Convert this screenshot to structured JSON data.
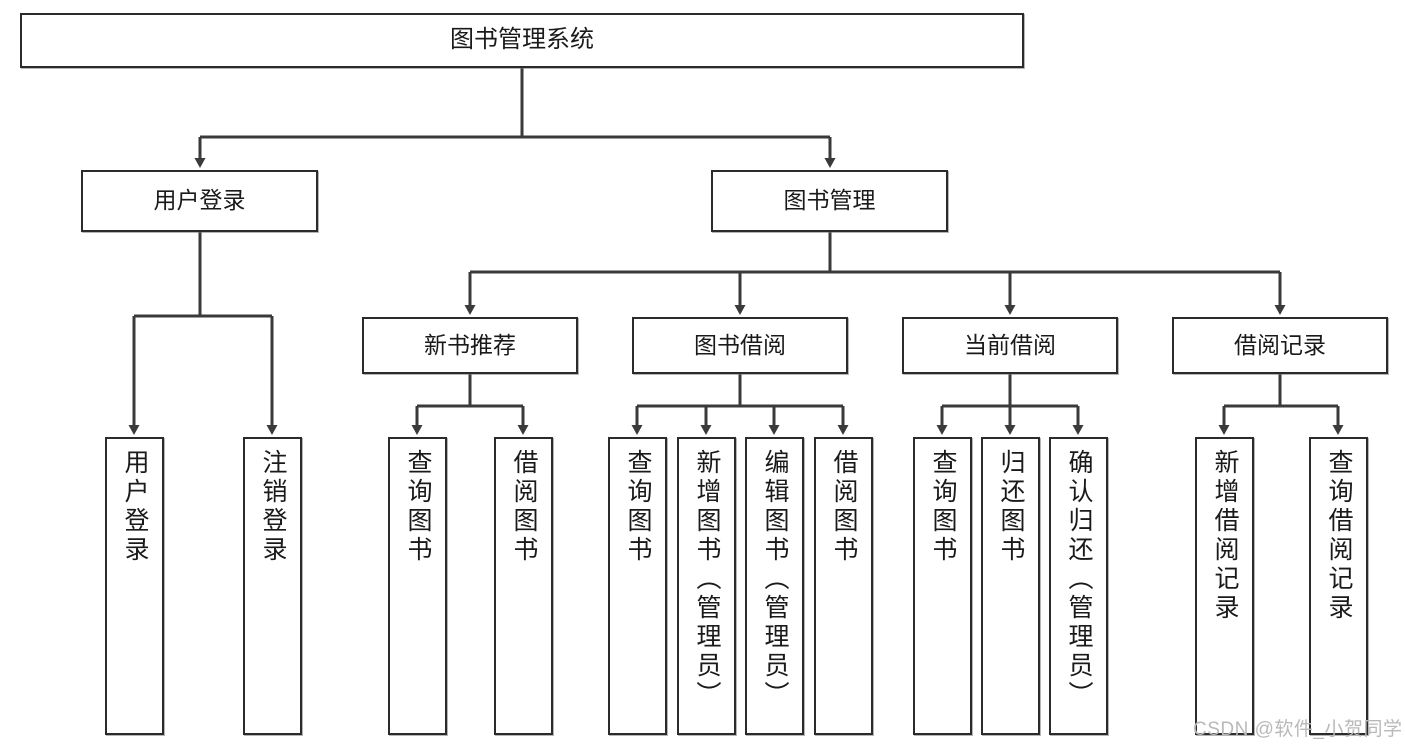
{
  "diagram": {
    "title": "图书管理系统",
    "type": "tree-hierarchy-diagram",
    "orientation": "top-down",
    "colors": {
      "box_border": "#2b2b2b",
      "box_fill": "#ffffff",
      "edge": "#3a3a3a",
      "text": "#1a1a1a",
      "watermark": "#b9b9b9"
    }
  },
  "nodes": {
    "root": {
      "label": "图书管理系统",
      "level": 1
    },
    "level2": [
      {
        "id": "user-login",
        "label": "用户登录"
      },
      {
        "id": "book-manage",
        "label": "图书管理"
      }
    ],
    "level3": [
      {
        "id": "new-book-recommend",
        "label": "新书推荐"
      },
      {
        "id": "book-borrow",
        "label": "图书借阅"
      },
      {
        "id": "current-borrow",
        "label": "当前借阅"
      },
      {
        "id": "borrow-record",
        "label": "借阅记录"
      }
    ],
    "leaves": {
      "user-login": [
        {
          "id": "leaf-user-login",
          "label": "用户登录"
        },
        {
          "id": "leaf-logout",
          "label": "注销登录"
        }
      ],
      "new-book-recommend": [
        {
          "id": "leaf-query-book-1",
          "label": "查询图书"
        },
        {
          "id": "leaf-borrow-book-1",
          "label": "借阅图书"
        }
      ],
      "book-borrow": [
        {
          "id": "leaf-query-book-2",
          "label": "查询图书"
        },
        {
          "id": "leaf-add-book",
          "label": "新增图书（管理员）"
        },
        {
          "id": "leaf-edit-book",
          "label": "编辑图书（管理员）"
        },
        {
          "id": "leaf-borrow-book-2",
          "label": "借阅图书"
        }
      ],
      "current-borrow": [
        {
          "id": "leaf-query-book-3",
          "label": "查询图书"
        },
        {
          "id": "leaf-return-book",
          "label": "归还图书"
        },
        {
          "id": "leaf-confirm-return",
          "label": "确认归还（管理员）"
        }
      ],
      "borrow-record": [
        {
          "id": "leaf-add-record",
          "label": "新增借阅记录"
        },
        {
          "id": "leaf-query-record",
          "label": "查询借阅记录"
        }
      ]
    }
  },
  "watermark": {
    "text": "CSDN @软件_小贺同学"
  }
}
